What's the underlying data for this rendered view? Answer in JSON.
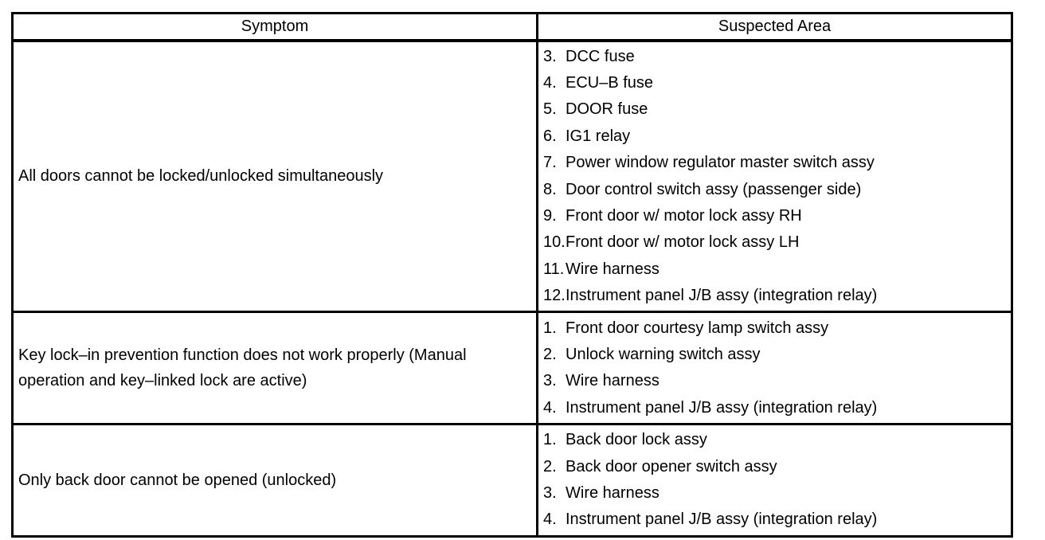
{
  "header": {
    "symptom": "Symptom",
    "suspected_area": "Suspected Area"
  },
  "rows": [
    {
      "symptom": "All doors cannot be locked/unlocked simultaneously",
      "suspected_areas": [
        {
          "num": "3.",
          "label": "DCC fuse"
        },
        {
          "num": "4.",
          "label": "ECU–B fuse"
        },
        {
          "num": "5.",
          "label": "DOOR fuse"
        },
        {
          "num": "6.",
          "label": "IG1 relay"
        },
        {
          "num": "7.",
          "label": "Power window regulator master switch assy"
        },
        {
          "num": "8.",
          "label": "Door control switch assy (passenger side)"
        },
        {
          "num": "9.",
          "label": "Front door w/ motor lock assy RH"
        },
        {
          "num": "10.",
          "label": "Front door w/ motor lock assy LH"
        },
        {
          "num": "11.",
          "label": "Wire harness"
        },
        {
          "num": "12.",
          "label": "Instrument panel J/B assy (integration relay)"
        }
      ]
    },
    {
      "symptom": "Key lock–in prevention function does not work properly (Manual operation and key–linked lock are active)",
      "suspected_areas": [
        {
          "num": "1.",
          "label": "Front door courtesy lamp switch assy"
        },
        {
          "num": "2.",
          "label": "Unlock warning switch assy"
        },
        {
          "num": "3.",
          "label": "Wire harness"
        },
        {
          "num": "4.",
          "label": "Instrument panel J/B assy (integration relay)"
        }
      ]
    },
    {
      "symptom": "Only back door cannot be opened (unlocked)",
      "suspected_areas": [
        {
          "num": "1.",
          "label": "Back door lock assy"
        },
        {
          "num": "2.",
          "label": "Back door opener switch assy"
        },
        {
          "num": "3.",
          "label": "Wire harness"
        },
        {
          "num": "4.",
          "label": "Instrument panel J/B assy (integration relay)"
        }
      ]
    }
  ]
}
